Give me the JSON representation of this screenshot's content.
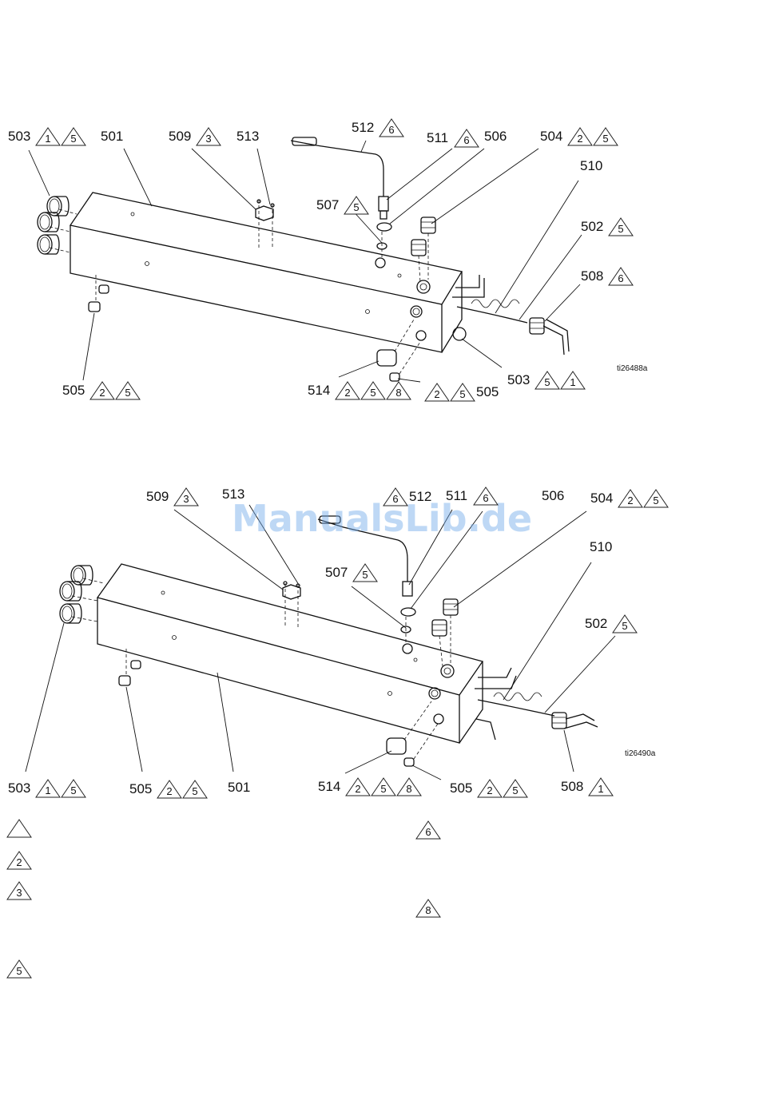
{
  "figures": [
    {
      "figure_id": "ti26488a",
      "callouts": [
        {
          "part": "503",
          "notes": [
            "1",
            "5"
          ]
        },
        {
          "part": "501",
          "notes": []
        },
        {
          "part": "509",
          "notes": [
            "3"
          ]
        },
        {
          "part": "513",
          "notes": []
        },
        {
          "part": "512",
          "notes": [
            "6"
          ]
        },
        {
          "part": "511",
          "notes": [
            "6"
          ]
        },
        {
          "part": "506",
          "notes": []
        },
        {
          "part": "504",
          "notes": [
            "2",
            "5"
          ]
        },
        {
          "part": "510",
          "notes": []
        },
        {
          "part": "507",
          "notes": [
            "5"
          ]
        },
        {
          "part": "502",
          "notes": [
            "5"
          ]
        },
        {
          "part": "508",
          "notes": [
            "6"
          ]
        },
        {
          "part": "505",
          "notes": [
            "2",
            "5"
          ]
        },
        {
          "part": "514",
          "notes": [
            "2",
            "5",
            "8"
          ]
        },
        {
          "part": "505",
          "notes": [
            "2",
            "5"
          ]
        },
        {
          "part": "503",
          "notes": [
            "5",
            "1"
          ]
        }
      ]
    },
    {
      "figure_id": "ti26490a",
      "watermark": "ManualsLib.de",
      "callouts": [
        {
          "part": "509",
          "notes": [
            "3"
          ]
        },
        {
          "part": "513",
          "notes": []
        },
        {
          "part": "512",
          "notes": [
            "6"
          ]
        },
        {
          "part": "511",
          "notes": [
            "6"
          ]
        },
        {
          "part": "506",
          "notes": []
        },
        {
          "part": "504",
          "notes": [
            "2",
            "5"
          ]
        },
        {
          "part": "507",
          "notes": [
            "5"
          ]
        },
        {
          "part": "510",
          "notes": []
        },
        {
          "part": "502",
          "notes": [
            "5"
          ]
        },
        {
          "part": "503",
          "notes": [
            "1",
            "5"
          ]
        },
        {
          "part": "505",
          "notes": [
            "2",
            "5"
          ]
        },
        {
          "part": "501",
          "notes": []
        },
        {
          "part": "514",
          "notes": [
            "2",
            "5",
            "8"
          ]
        },
        {
          "part": "505",
          "notes": [
            "2",
            "5"
          ]
        },
        {
          "part": "508",
          "notes": [
            "1"
          ]
        }
      ]
    }
  ],
  "notes_legend": [
    "",
    "2",
    "3",
    "5",
    "6",
    "8"
  ]
}
